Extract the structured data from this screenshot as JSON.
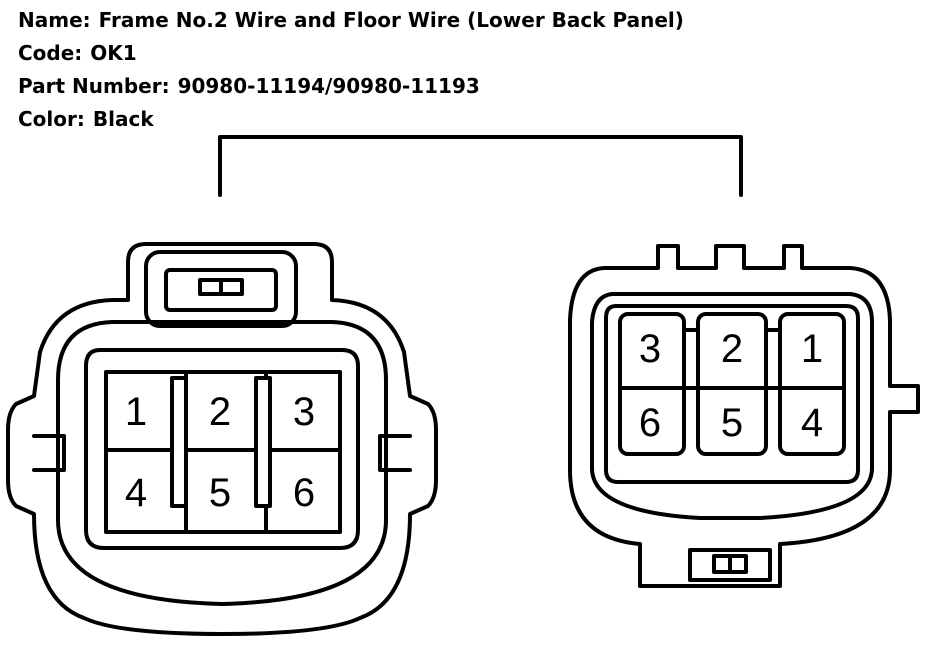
{
  "header": {
    "name_label": "Name:",
    "name_value": "Frame No.2 Wire and Floor Wire (Lower Back Panel)",
    "code_label": "Code:",
    "code_value": "OK1",
    "part_label": "Part Number:",
    "part_value": "90980-11194/90980-11193",
    "color_label": "Color:",
    "color_value": "Black"
  },
  "left_connector": {
    "pins": [
      "1",
      "2",
      "3",
      "4",
      "5",
      "6"
    ]
  },
  "right_connector": {
    "pins": [
      "3",
      "2",
      "1",
      "6",
      "5",
      "4"
    ]
  }
}
